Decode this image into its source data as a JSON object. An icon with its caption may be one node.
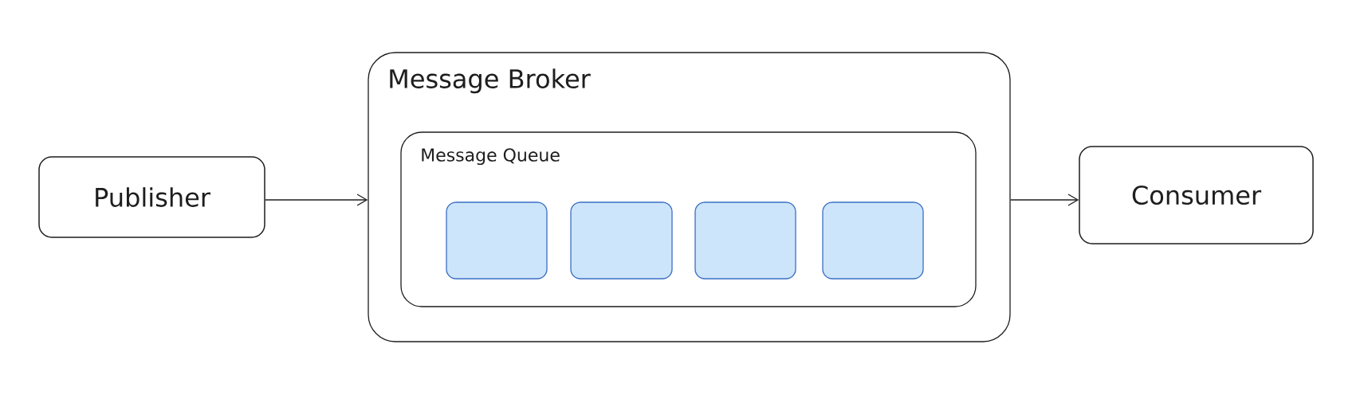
{
  "diagram": {
    "nodes": [
      {
        "text": [
          "Publisher"
        ]
      },
      {
        "text": [
          "Message Broker"
        ]
      },
      {
        "text": [
          "Message Queue"
        ],
        "in": 1
      },
      {
        "text": [],
        "shape": "box",
        "in": 2
      },
      {
        "text": [],
        "shape": "box",
        "in": 2
      },
      {
        "text": [],
        "shape": "box",
        "in": 2
      },
      {
        "text": [],
        "shape": "box",
        "in": 2
      },
      {
        "text": [
          "Consumer"
        ]
      }
    ],
    "edges": [
      {
        "from": 0,
        "to": 1,
        "arrow": "to"
      },
      {
        "from": 1,
        "to": 7,
        "arrow": "to"
      }
    ]
  }
}
